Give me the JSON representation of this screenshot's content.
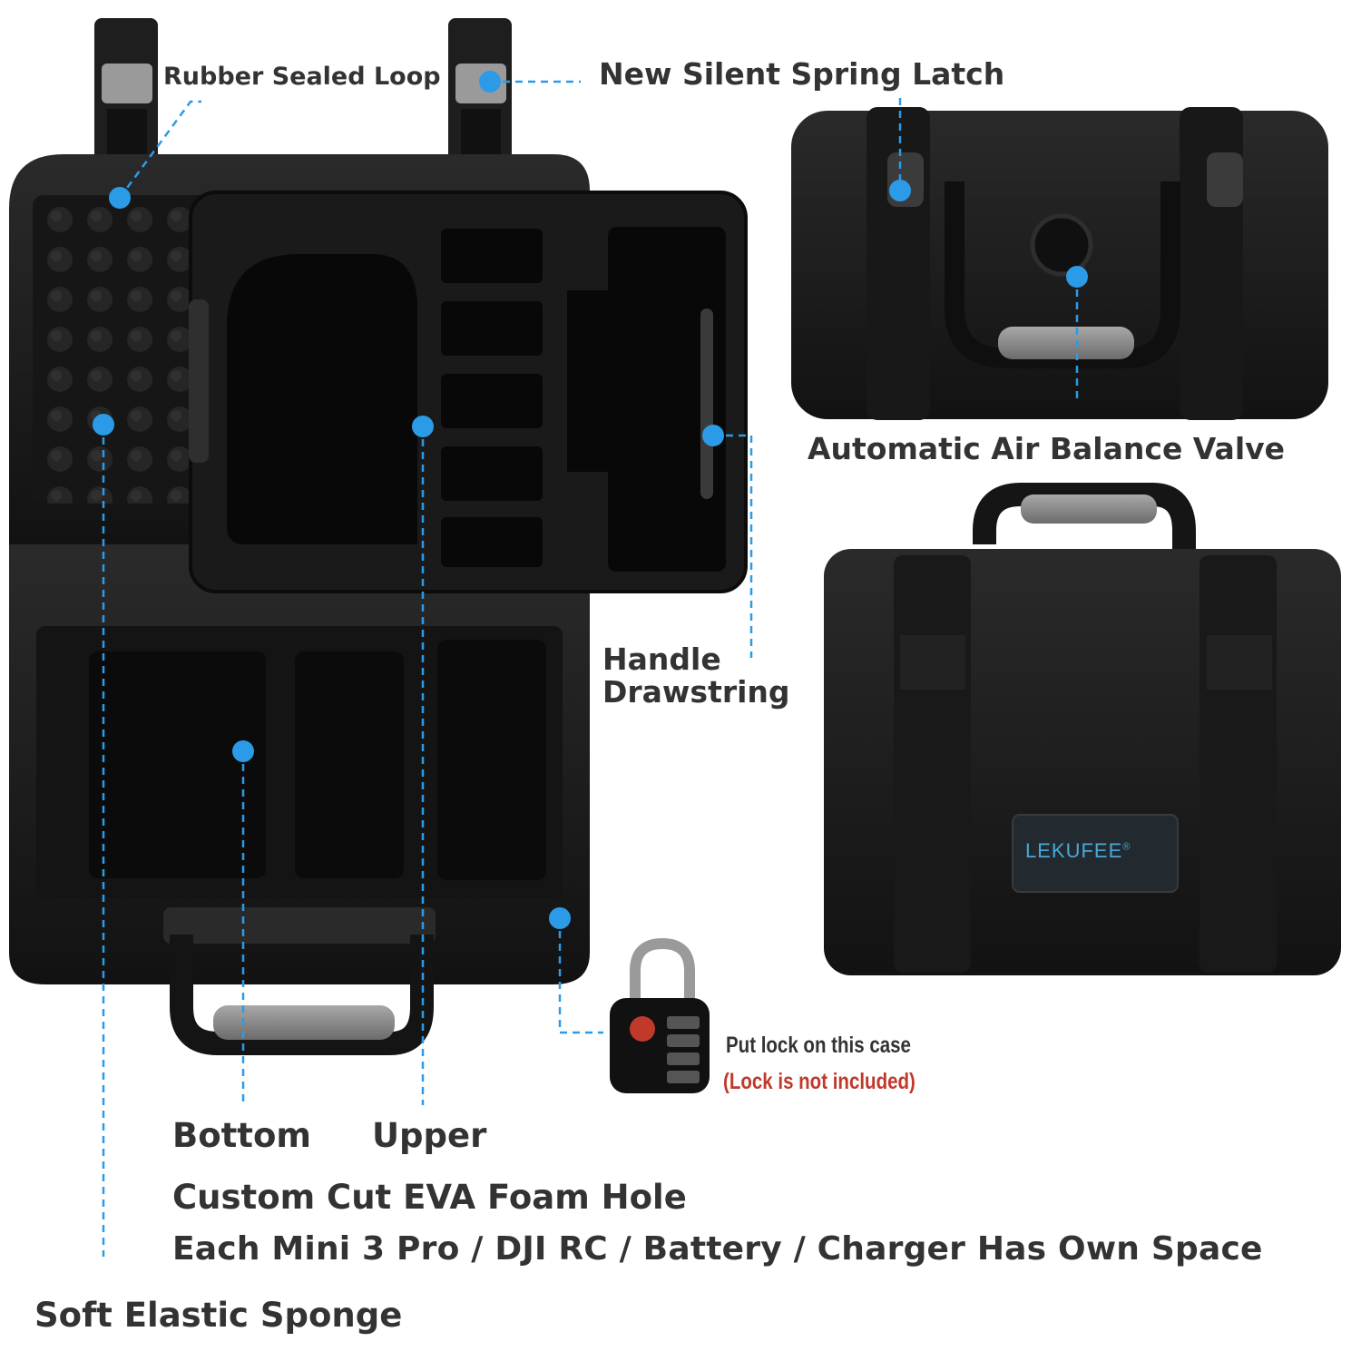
{
  "labels": {
    "rubber_sealed_loop": "Rubber Sealed Loop",
    "new_silent_spring_latch": "New Silent Spring Latch",
    "automatic_air_balance_valve": "Automatic Air Balance Valve",
    "handle_drawstring_line1": "Handle",
    "handle_drawstring_line2": "Drawstring",
    "bottom": "Bottom",
    "upper": "Upper",
    "custom_cut": "Custom Cut EVA Foam Hole",
    "each_mini": "Each Mini 3 Pro / DJI RC / Battery / Charger Has Own Space",
    "soft_sponge": "Soft Elastic Sponge",
    "put_lock": "Put lock on this case",
    "lock_not_included": "(Lock is not included)"
  },
  "brand": {
    "name": "LEKUFEE",
    "mark": "®"
  },
  "colors": {
    "accent": "#2b9be8",
    "label_text": "#333333",
    "warning_text": "#c0392b",
    "case_body": "#1b1b1b",
    "handle_grip": "#8a8a8a"
  },
  "icons": {
    "lock": "padlock-icon",
    "callout_dot": "dot-icon"
  }
}
